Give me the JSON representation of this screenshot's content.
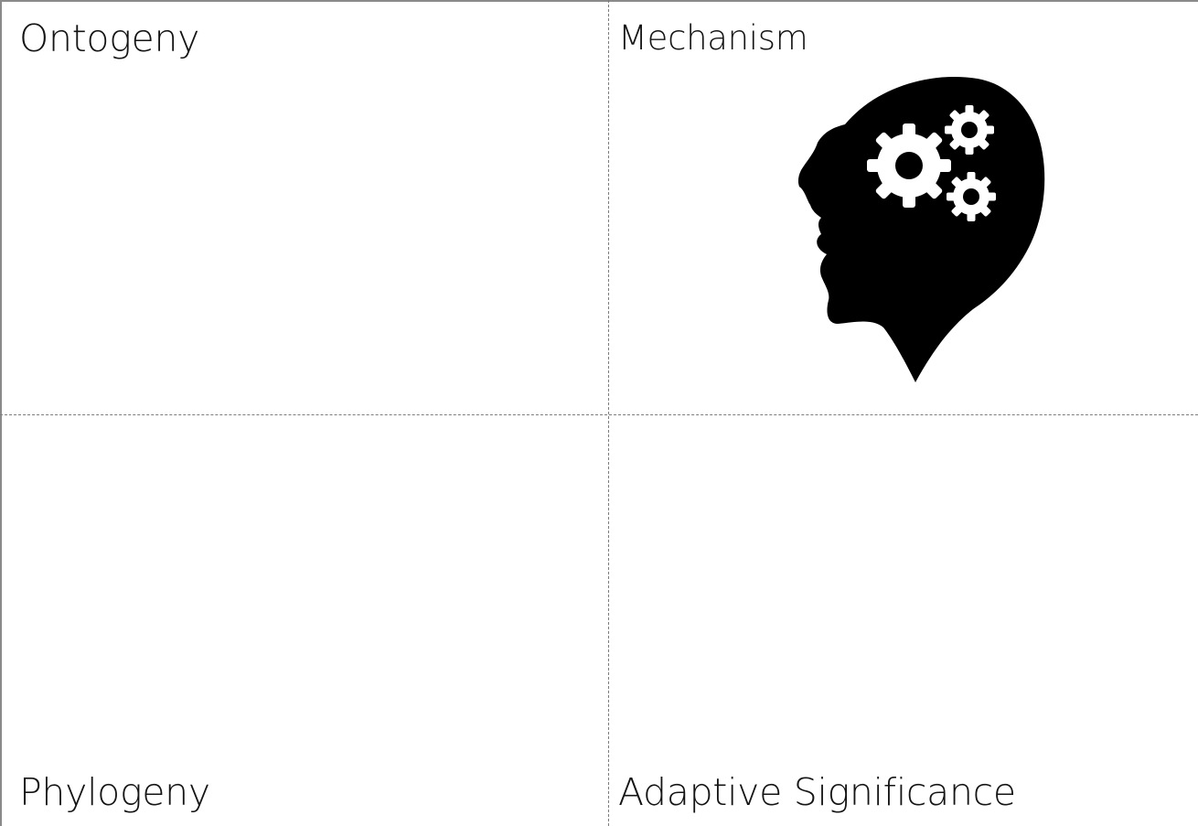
{
  "quadrants": {
    "top_left": {
      "label": "Ontogeny"
    },
    "top_right": {
      "label": "Mechanism",
      "icon": "head-with-gears-icon"
    },
    "bottom_left": {
      "label": "Phylogeny"
    },
    "bottom_right": {
      "label": "Adaptive Significance"
    }
  },
  "colors": {
    "grid_line": "#7d7d7d",
    "text": "#141414",
    "icon": "#000000"
  }
}
